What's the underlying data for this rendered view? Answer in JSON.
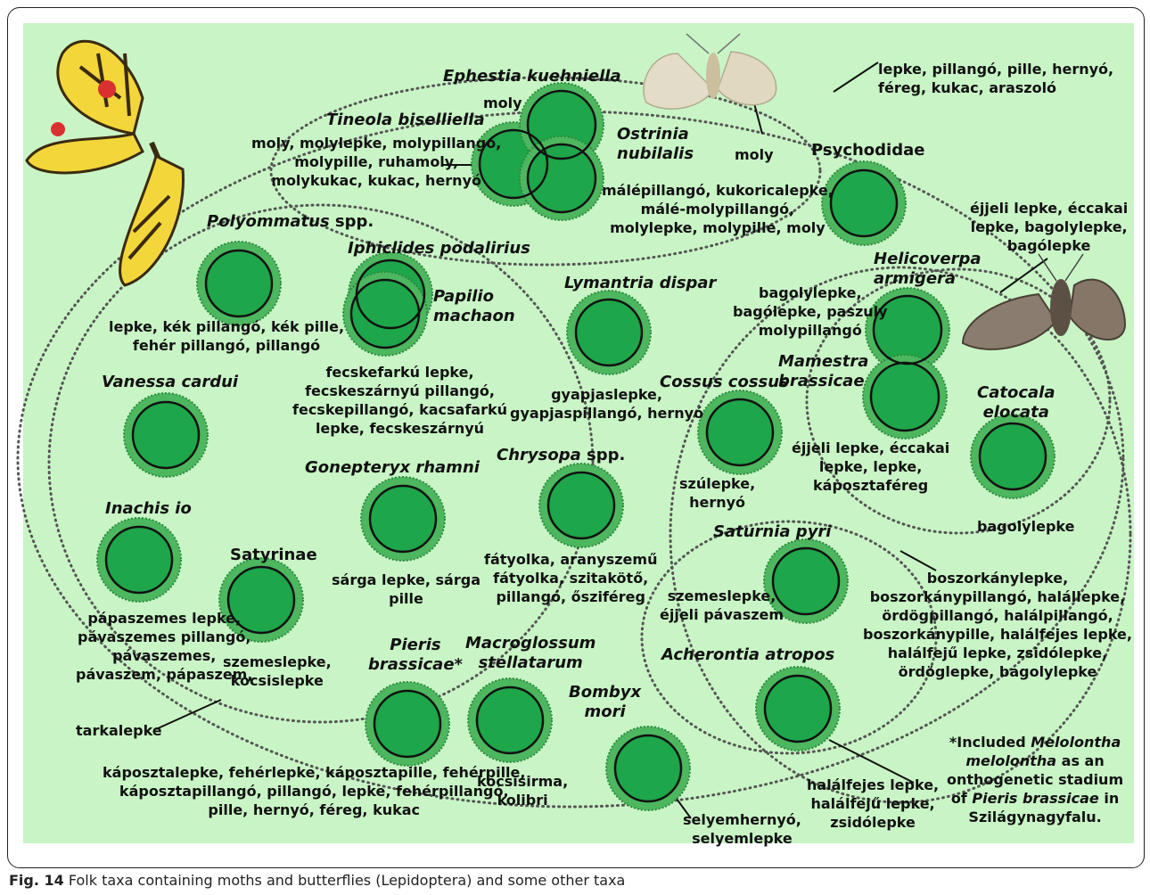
{
  "caption": {
    "figure_label": "Fig. 14",
    "text": "Folk taxa containing moths and butterflies (Lepidoptera) and some other taxa"
  },
  "colors": {
    "background": "#c9f5c6",
    "taxon_fill": "#1da64a",
    "taxon_halo": "#4cb75e",
    "outline": "#111111",
    "ellipse_dots": "#555555"
  },
  "illustrations": [
    "swallowtail-butterfly",
    "pale-moth",
    "noctuid-moth"
  ],
  "taxa": {
    "ephestia": "Ephestia kuehniella",
    "tineola": "Tineola biselliella",
    "ostrinia": "Ostrinia\nnubilalis",
    "psychodidae": "Psychodidae",
    "polyommatus": "Polyommatus",
    "polyommatus_suffix": " spp.",
    "iphiclides": "Iphiclides podalirius",
    "papilio": "Papilio\nmachaon",
    "lymantria": "Lymantria dispar",
    "helicoverpa": "Helicoverpa\narmigera",
    "mamestra": "Mamestra\nbrassicae",
    "catocala": "Catocala\nelocata",
    "vanessa": "Vanessa cardui",
    "cossus": "Cossus cossus",
    "chrysopa": "Chrysopa",
    "chrysopa_suffix": " spp.",
    "gonepteryx": "Gonepteryx rhamni",
    "inachis": "Inachis io",
    "satyrinae": "Satyrinae",
    "saturnia": "Saturnia pyri",
    "pieris": "Pieris\nbrassicae*",
    "macroglossum": "Macroglossum\nstellatarum",
    "bombyx": "Bombyx\nmori",
    "acherontia": "Acherontia atropos"
  },
  "folk_names": {
    "lepke_general": "lepke, pillangó, pille, hernyó,\nféreg, kukac, araszoló",
    "moly_ephestia": "moly",
    "moly_group": "moly",
    "tineola": "moly, molylepke, molypillangó,\nmolypille, ruhamoly,\nmolykukac, kukac, hernyó",
    "ostrinia": "málépillangó, kukoricalepke,\nmálé-molypillangó,\nmolylepke, molypille, moly",
    "noctuid_group": "éjjeli lepke, éccakai\nlepke, bagolylepke,\nbagólepke",
    "polyommatus": "lepke, kék pillangó,  kék pille,\nfehér pillangó, pillangó",
    "helicoverpa": "bagolylepke,\nbagólepke, paszuly\nmolypillangó",
    "papilio": "fecskefarkú lepke,\nfecskeszárnyú pillangó,\nfecskepillangó, kacsafarkú\nlepke, fecskeszárnyú",
    "lymantria": "gyapjaslepke,\ngyapjaspillangó, hernyó",
    "mamestra": "éjjeli lepke, éccakai\nlepke, lepke,\nkáposztaféreg",
    "cossus": "szúlepke,\nhernyó",
    "catocala": "bagolylepke",
    "chrysopa": "fátyolka, aranyszemű\nfátyolka, szitakötő,\npillangó, ősziféreg",
    "gonepteryx": "sárga lepke, sárga\npille",
    "saturnia": "szemeslepke,\néjjeli pávaszem",
    "boszorkany": "boszorkánylepke,\nboszorkánypillangó, halállepke,\nördögpillangó, halálpillangó,\nboszorkánypille, halálfejes lepke,\nhalálfejű lepke, zsidólepke,\nördöglepke, bagolylepke",
    "inachis": "pápaszemes lepke,\npávaszemes pillangó,\npávaszemes,\npávaszem, pápaszem,",
    "satyrinae": "szemeslepke,\nkocsislepke",
    "tarkalepke": "tarkalepke",
    "pieris": "káposztalepke, fehérlepke, káposztapille, fehérpille,\nkáposztapillangó, pillangó, lepke, fehérpillangó,\npille, hernyó, féreg, kukac",
    "macroglossum": "kocsisirma,\nkolibri",
    "bombyx": "selyemhernyó,\nselyemlepke",
    "acherontia": "halálfejes lepke,\nhalálfejű lepke,\nzsidólepke"
  },
  "footnote": {
    "line1": "*Included ",
    "line1_italic": "Melolontha",
    "line2_italic": "melolontha",
    "line2": " as an",
    "line3": "onthogenetic stadium",
    "line4_pre": "of ",
    "line4_italic": "Pieris brassicae",
    "line4_post": " in",
    "line5": "Szilágynagyfalu."
  }
}
